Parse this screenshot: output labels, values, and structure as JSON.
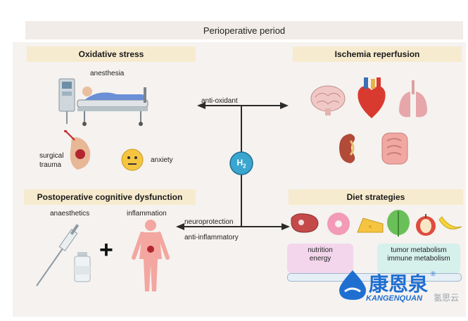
{
  "title": "Perioperative period",
  "sections": {
    "oxidative_stress": {
      "title": "Oxidative stress",
      "anesthesia": "anesthesia",
      "surgical_trauma": "surgical\ntrauma",
      "anxiety": "anxiety"
    },
    "ischemia_reperfusion": {
      "title": "Ischemia reperfusion"
    },
    "postoperative_cognitive_dysfunction": {
      "title": "Postoperative cognitive dysfunction",
      "anaesthetics": "anaesthetics",
      "inflammation": "inflammation"
    },
    "diet_strategies": {
      "title": "Diet strategies",
      "box_left": "nutrition\nenergy",
      "box_right": "tumor metabolism\nimmune metabolism"
    }
  },
  "center": {
    "molecule": "H₂",
    "molecule_base": "H",
    "molecule_sub": "2"
  },
  "arrows": {
    "top_label": "anti-oxidant",
    "bottom_label_1": "neuroprotection",
    "bottom_label_2": "anti-inflammatory"
  },
  "watermark": {
    "brand_cn": "康恩泉",
    "brand_en": "KANGENQUAN",
    "side_text": "氢思云",
    "registered": "®"
  },
  "colors": {
    "band": "#f1ece7",
    "header": "#f7ebcf",
    "h2_circle": "#3aa6d0",
    "pink_box": "#f3d6ec",
    "teal_box": "#d6f0ec",
    "brand_blue": "#1f6fd1"
  }
}
